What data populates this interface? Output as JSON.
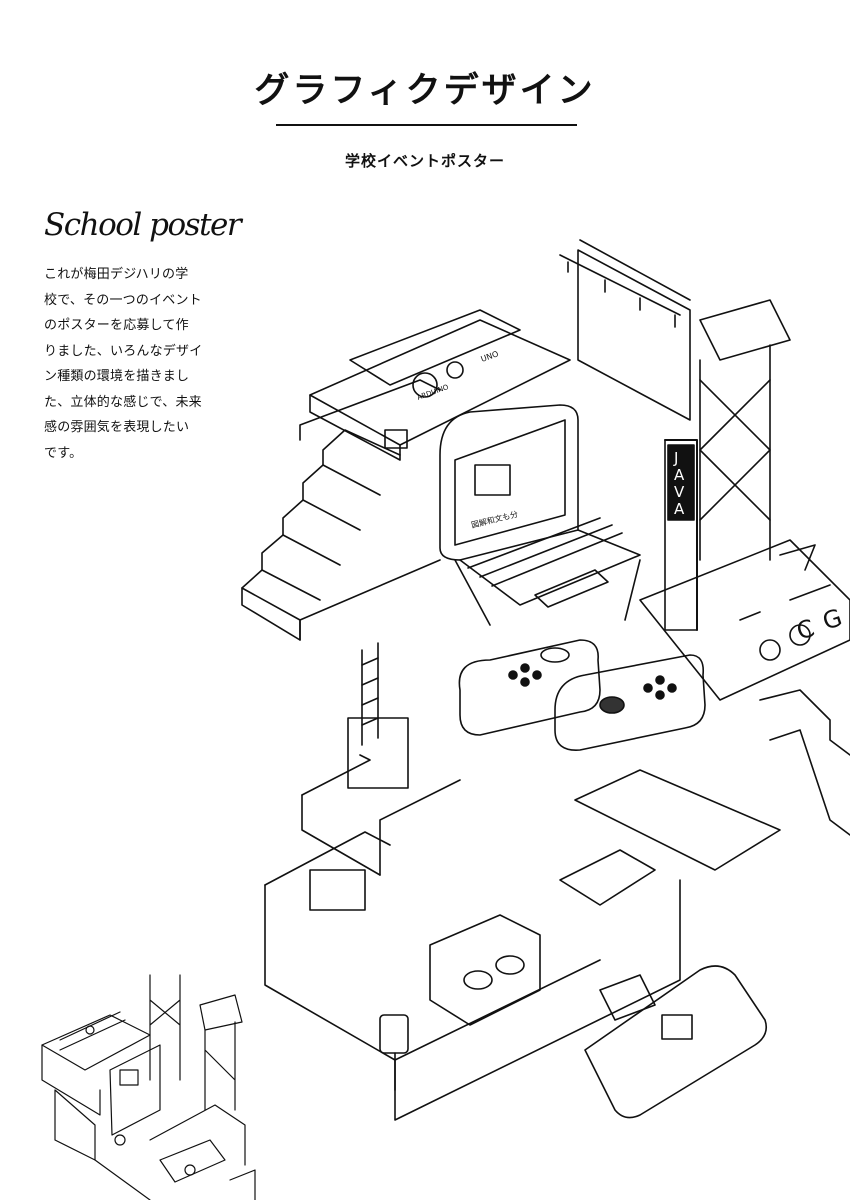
{
  "header": {
    "title": "グラフィクデザイン",
    "subtitle": "学校イベントポスター"
  },
  "section": {
    "heading": "School poster",
    "lines": [
      "これが梅田デジハリの学",
      "校で、その一つのイベント",
      "のポスターを応募して作",
      "りました、いろんなデザイ",
      "ン種類の環境を描きまし",
      "た、立体的な感じで、未来",
      "感の雰囲気を表現したい",
      "です。"
    ]
  },
  "illustration": {
    "sign_java": "JAVA",
    "laptop_label": "図解和文も分",
    "arduino_label": "ARDUINO",
    "uno_label": "UNO",
    "cg_letters": "CG"
  }
}
